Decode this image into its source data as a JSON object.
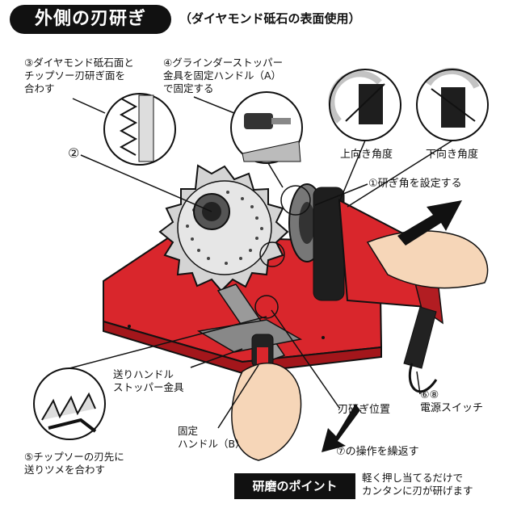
{
  "header": {
    "title": "外側の刃研ぎ",
    "subtitle": "（ダイヤモンド砥石の表面使用）"
  },
  "labels": {
    "step3": [
      "③ダイヤモンド砥石面と",
      "チップソー刃研ぎ面を",
      "合わす"
    ],
    "step4": [
      "④グラインダーストッパー",
      "金具を固定ハンドル（A）",
      "で固定する"
    ],
    "circle2": "②",
    "up_angle": "上向き角度",
    "down_angle": "下向き角度",
    "step1": "①研ぎ角を設定する",
    "feed_stopper": [
      "送りハンドル",
      "ストッパー金具"
    ],
    "fixed_handle_b": [
      "固定",
      "ハンドル（B）"
    ],
    "sharpening_position": "刃研ぎ位置",
    "power_switch": [
      "⑥⑧",
      "電源スイッチ"
    ],
    "step5": [
      "⑤チップソーの刃先に",
      "送りツメを合わす"
    ],
    "step7": "⑦の操作を繰返す"
  },
  "tip": {
    "heading": "研磨のポイント",
    "text": [
      "軽く押し当てるだけで",
      "カンタンに刃が研げます"
    ]
  },
  "colors": {
    "base_red": "#d9262c",
    "base_red_dark": "#a3161b",
    "black": "#111111",
    "metal": "#c8c8c8",
    "skin": "#f6d6b8"
  }
}
